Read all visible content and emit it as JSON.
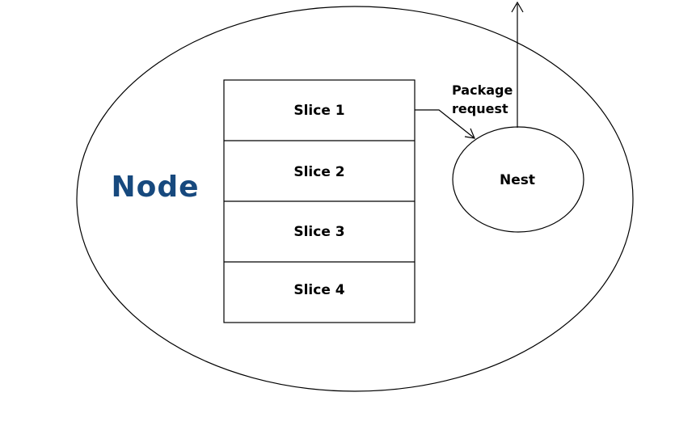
{
  "diagram": {
    "node_label": "Node",
    "nest_label": "Nest",
    "package_request": {
      "line1": "Package",
      "line2": "request"
    },
    "slices": [
      "Slice 1",
      "Slice 2",
      "Slice 3",
      "Slice 4"
    ]
  },
  "colors": {
    "node_label": "#17497e",
    "line": "#000000",
    "background": "#ffffff"
  }
}
